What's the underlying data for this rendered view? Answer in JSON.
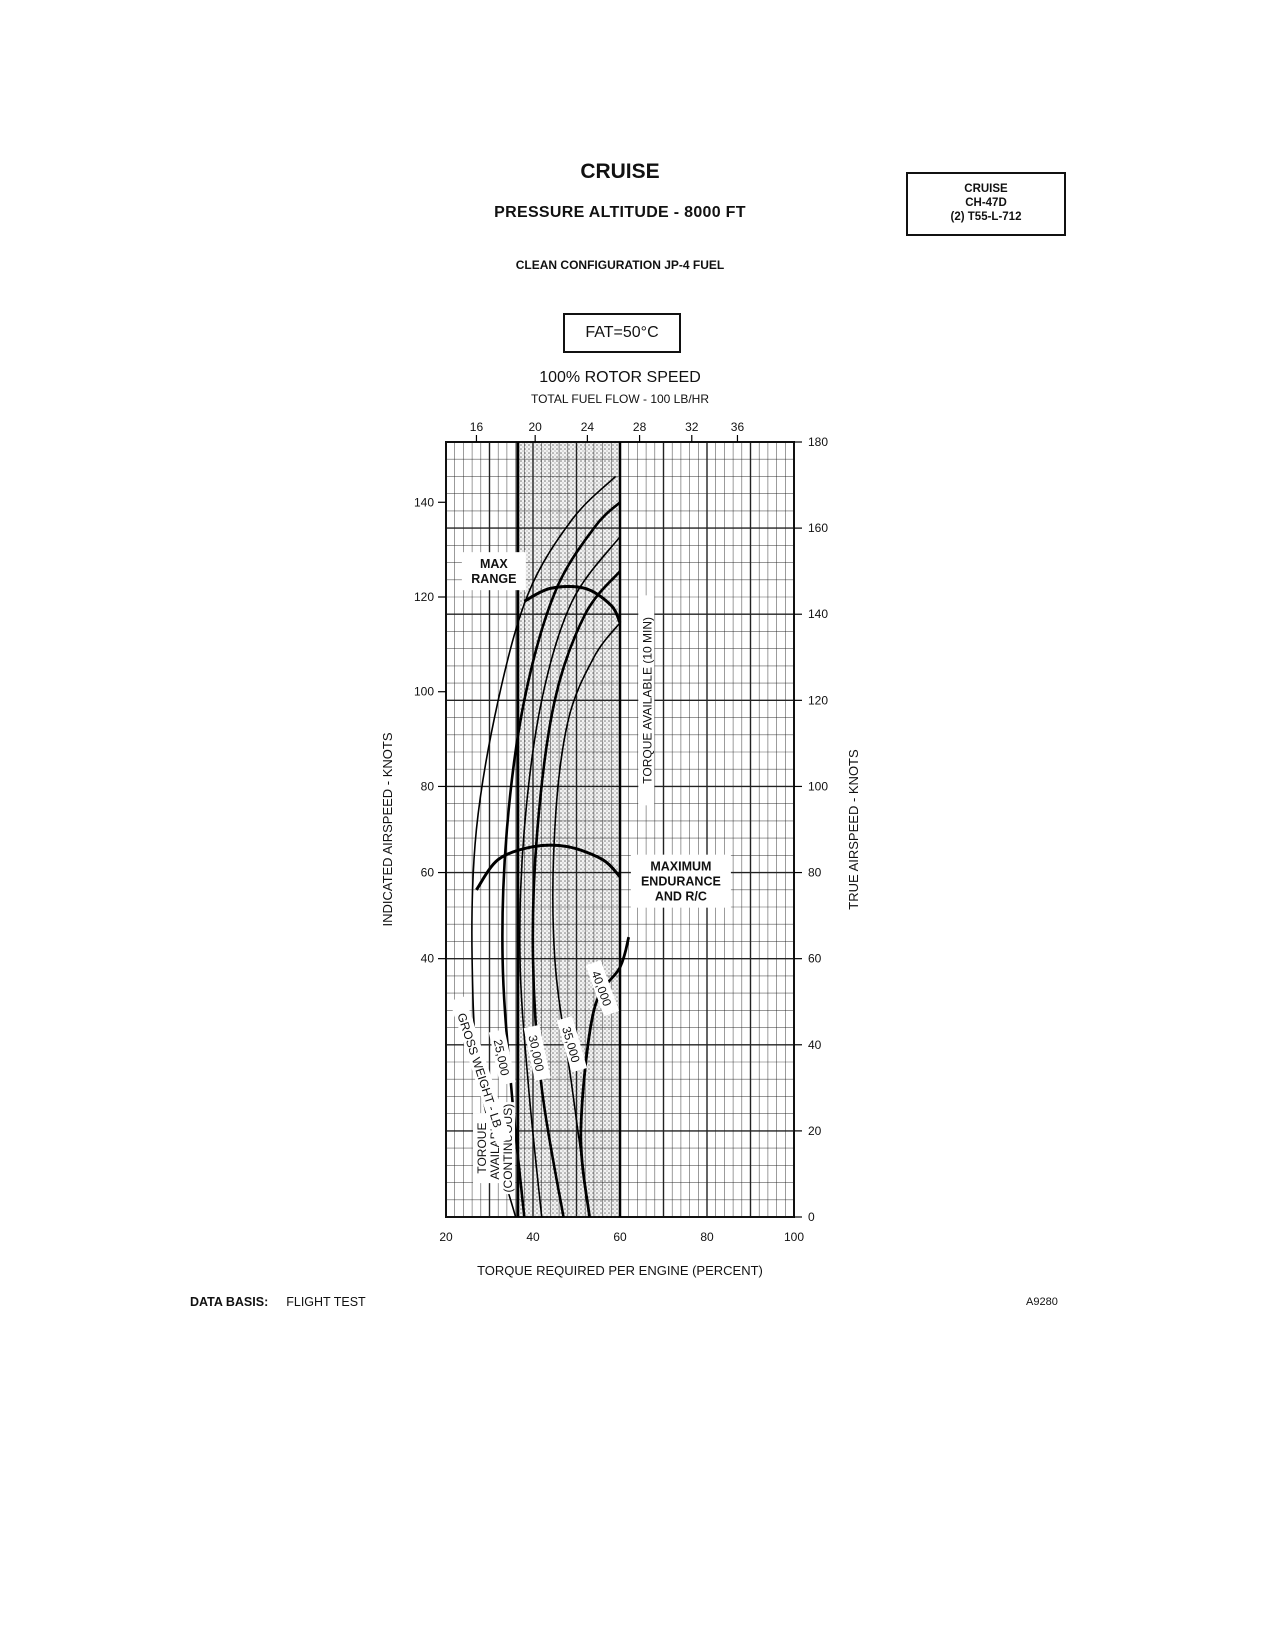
{
  "header": {
    "title": "CRUISE",
    "subtitle": "PRESSURE ALTITUDE - 8000 FT",
    "configuration": "CLEAN CONFIGURATION JP-4 FUEL",
    "id_box": [
      "CRUISE",
      "CH-47D",
      "(2) T55-L-712"
    ],
    "fat": "FAT=50°C",
    "rotor_speed": "100% ROTOR SPEED",
    "fuel_flow_title": "TOTAL FUEL FLOW - 100 LB/HR"
  },
  "footer": {
    "data_basis_label": "DATA BASIS:",
    "data_basis_value": "FLIGHT TEST",
    "figure_id": "A9280"
  },
  "chart_data": {
    "type": "line",
    "xlabel": "TORQUE REQUIRED PER ENGINE (PERCENT)",
    "ylabel": "INDICATED AIRSPEED - KNOTS",
    "y2label": "TRUE AIRSPEED - KNOTS",
    "x2label": "TOTAL FUEL FLOW - 100 LB/HR",
    "xlim": [
      20,
      100
    ],
    "ylim": [
      0,
      180
    ],
    "xticks": [
      "20",
      "40",
      "60",
      "80",
      "100"
    ],
    "y_ias_ticks": [
      {
        "label": "40",
        "tas": 60
      },
      {
        "label": "60",
        "tas": 80
      },
      {
        "label": "80",
        "tas": 100
      },
      {
        "label": "100",
        "tas": 122
      },
      {
        "label": "120",
        "tas": 144
      },
      {
        "label": "140",
        "tas": 166
      }
    ],
    "y_tas_ticks": [
      "0",
      "20",
      "40",
      "60",
      "80",
      "100",
      "120",
      "140",
      "160",
      "180"
    ],
    "fuel_flow_ticks": [
      {
        "label": "16",
        "torque": 27
      },
      {
        "label": "20",
        "torque": 40.5
      },
      {
        "label": "24",
        "torque": 52.5
      },
      {
        "label": "28",
        "torque": 64.5
      },
      {
        "label": "32",
        "torque": 76.5
      },
      {
        "label": "36",
        "torque": 87
      }
    ],
    "shaded_band_torque": [
      36.5,
      60
    ],
    "torque_available_continuous": 36.5,
    "torque_available_10min": 60,
    "series": [
      {
        "name": "GROSS WEIGHT - LB",
        "points": [
          [
            36,
            0
          ],
          [
            28,
            30
          ],
          [
            26,
            60
          ],
          [
            27,
            90
          ],
          [
            32,
            120
          ],
          [
            39,
            145
          ],
          [
            49,
            162
          ],
          [
            59,
            172
          ]
        ]
      },
      {
        "name": "25,000",
        "points": [
          [
            38,
            0
          ],
          [
            35,
            30
          ],
          [
            33,
            60
          ],
          [
            34,
            90
          ],
          [
            38,
            120
          ],
          [
            45,
            145
          ],
          [
            54,
            160
          ],
          [
            60,
            166
          ]
        ]
      },
      {
        "name": "30,000",
        "points": [
          [
            42,
            0
          ],
          [
            39,
            30
          ],
          [
            37,
            60
          ],
          [
            38,
            90
          ],
          [
            42,
            120
          ],
          [
            49,
            143
          ],
          [
            60,
            158
          ]
        ]
      },
      {
        "name": "35,000",
        "points": [
          [
            47,
            0
          ],
          [
            42,
            30
          ],
          [
            40,
            60
          ],
          [
            41,
            90
          ],
          [
            45,
            120
          ],
          [
            52,
            140
          ],
          [
            60,
            150
          ]
        ]
      },
      {
        "name": "40,000",
        "points": [
          [
            53,
            0
          ],
          [
            49,
            30
          ],
          [
            45,
            60
          ],
          [
            45,
            90
          ],
          [
            48,
            115
          ],
          [
            54,
            130
          ],
          [
            60,
            138
          ]
        ]
      },
      {
        "name": "40,000",
        "points": [
          [
            53,
            0
          ],
          [
            51,
            20
          ],
          [
            54,
            48
          ],
          [
            60,
            58
          ],
          [
            62,
            65
          ]
        ]
      }
    ],
    "max_range_points": [
      [
        38,
        143
      ],
      [
        44,
        146
      ],
      [
        52,
        146
      ],
      [
        58,
        142
      ],
      [
        60,
        138
      ]
    ],
    "max_endurance_points": [
      [
        27,
        76
      ],
      [
        32,
        83
      ],
      [
        40,
        86
      ],
      [
        48,
        86
      ],
      [
        56,
        83
      ],
      [
        60,
        79
      ]
    ],
    "annotations": [
      "MAX RANGE",
      "MAXIMUM ENDURANCE AND R/C",
      "TORQUE AVAILABLE (10 MIN)",
      "TORQUE AVAILABLE (CONTINUOUS)",
      "GROSS WEIGHT - LB",
      "25,000",
      "30,000",
      "35,000",
      "40,000"
    ]
  }
}
